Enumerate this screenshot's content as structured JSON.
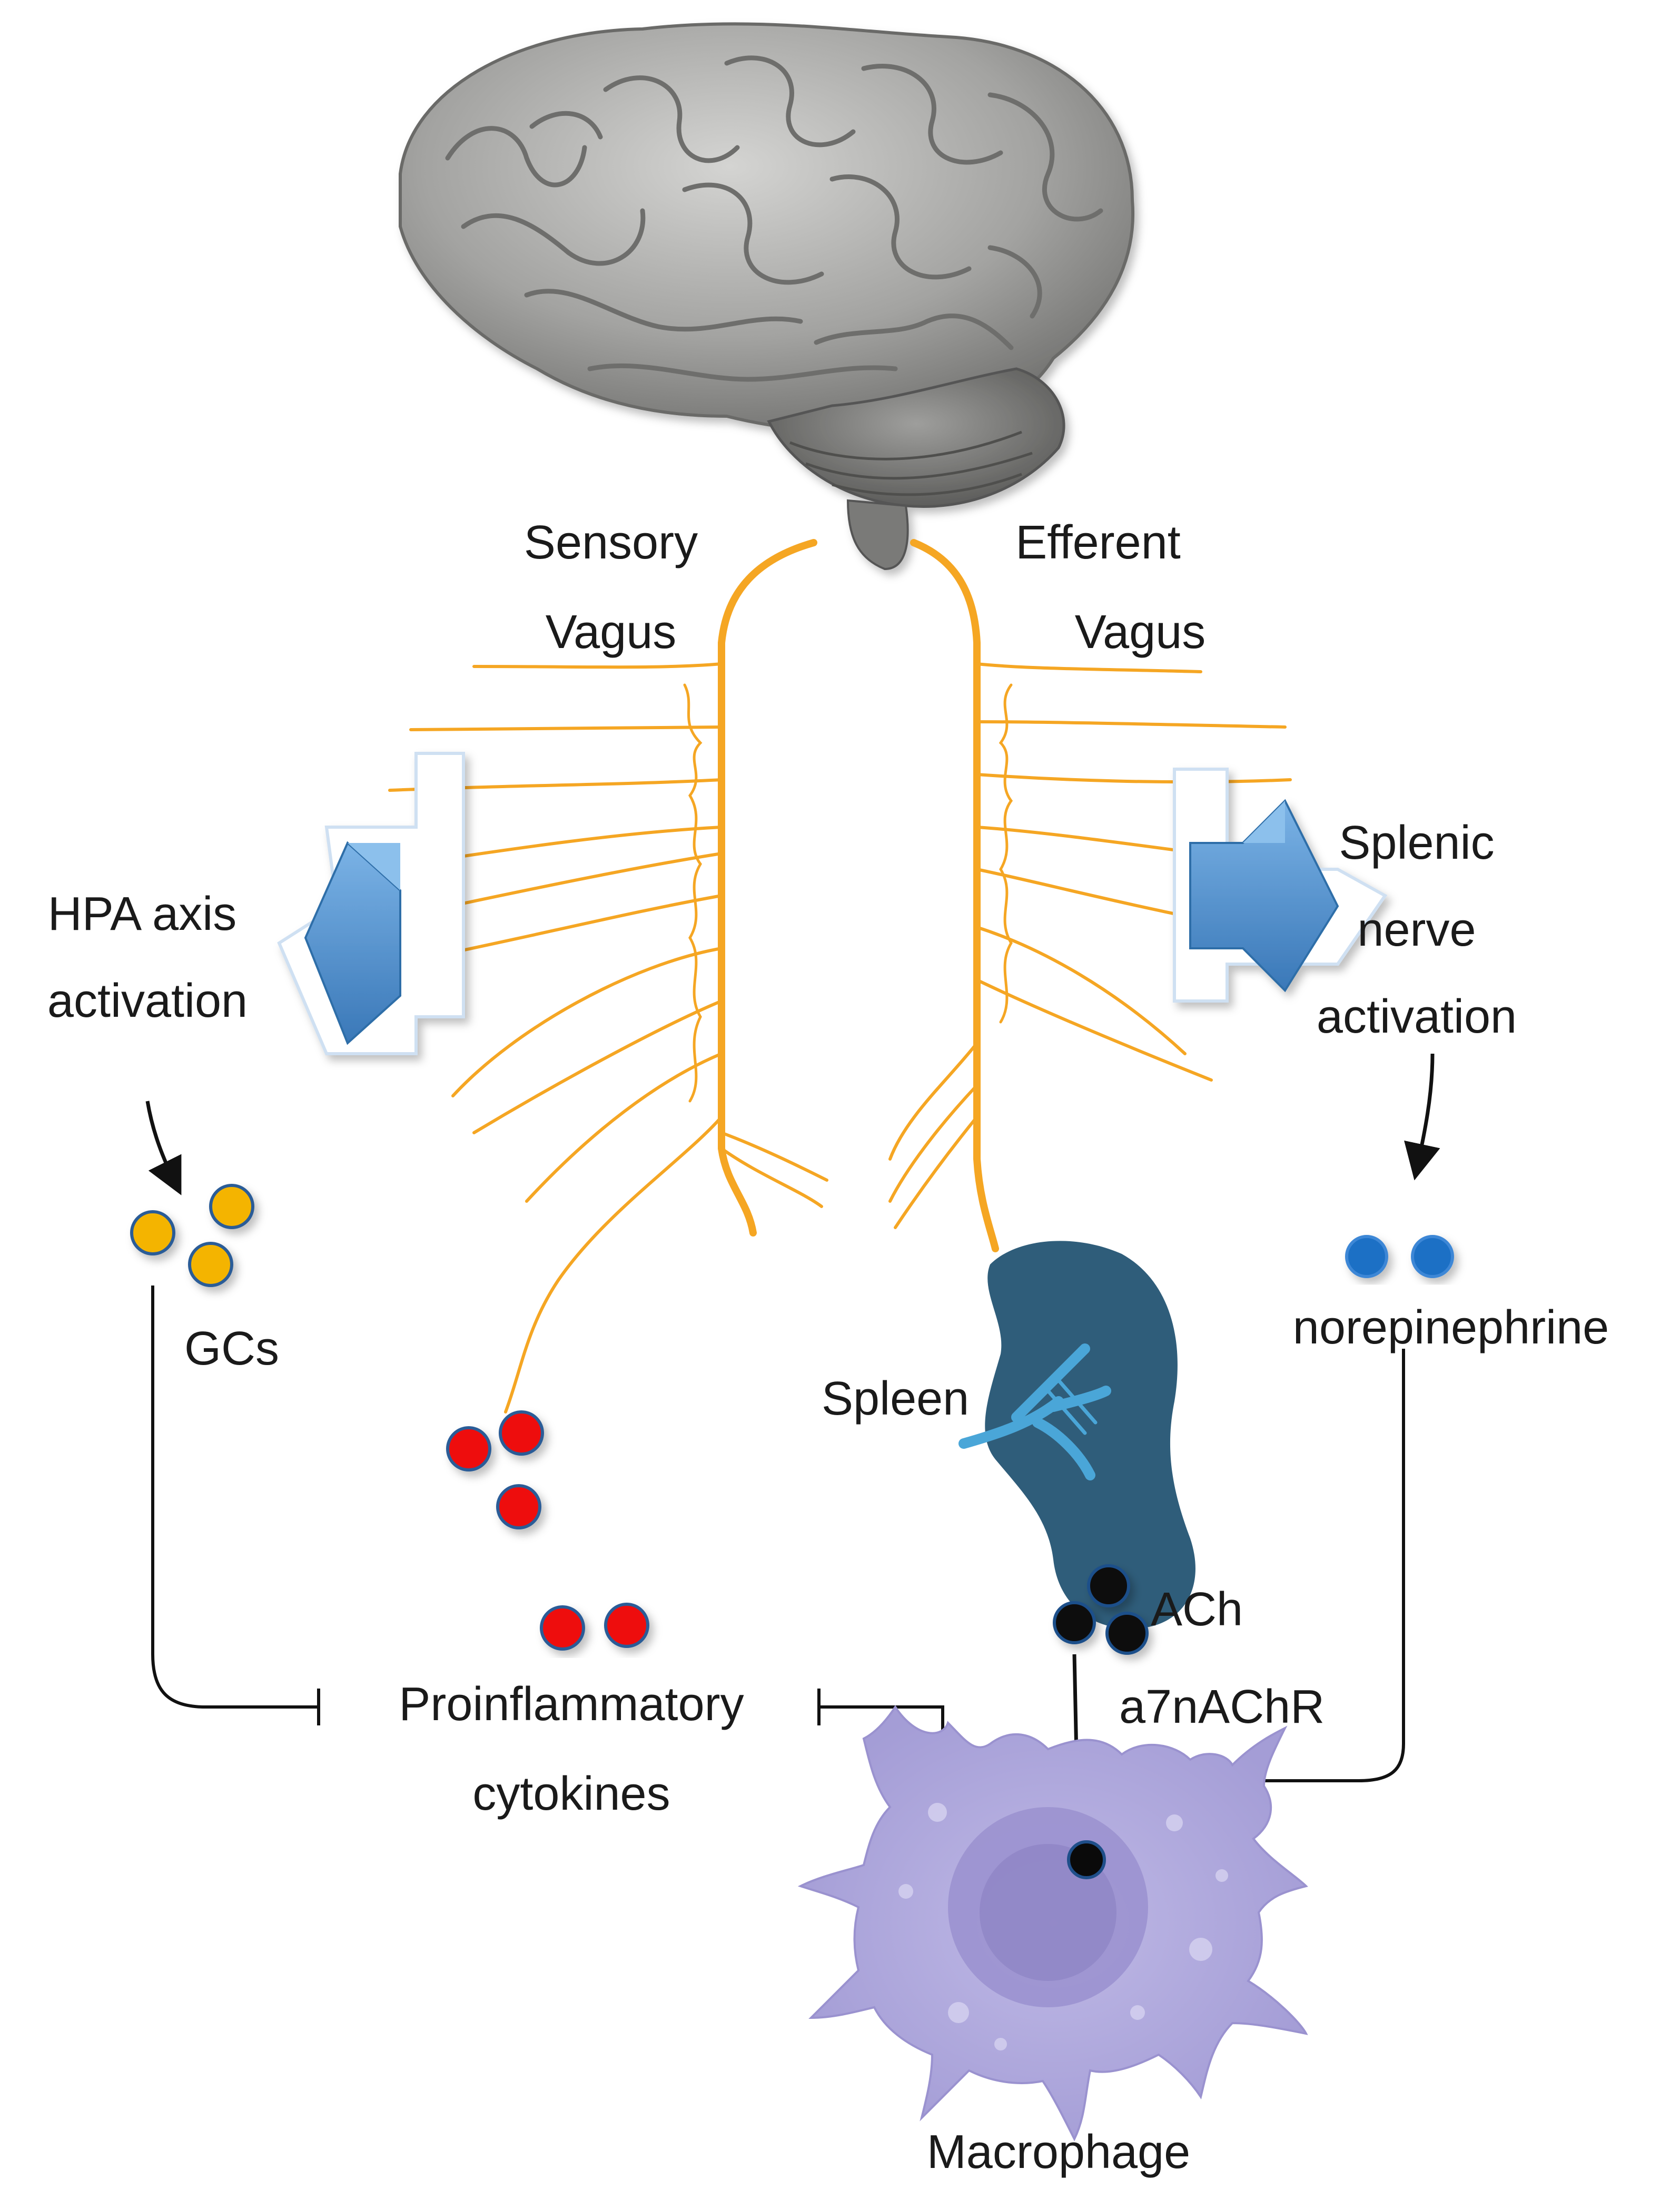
{
  "labels": {
    "sensory_line1": "Sensory",
    "sensory_line2": "Vagus",
    "efferent_line1": "Efferent",
    "efferent_line2": "Vagus",
    "hpa_line1": "HPA axis",
    "hpa_line2": "activation",
    "splenic_line1": "Splenic",
    "splenic_line2": "nerve",
    "splenic_line3": "activation",
    "gcs": "GCs",
    "norepinephrine": "norepinephrine",
    "spleen": "Spleen",
    "ach": "ACh",
    "receptor": "a7nAChR",
    "proinflammatory_line1": "Proinflammatory",
    "proinflammatory_line2": "cytokines",
    "macrophage": "Macrophage"
  },
  "colors": {
    "nerve": "#f5a623",
    "brain": "#9a9a98",
    "arrow_blue": "#5b9bd5",
    "gc_yellow": "#f4b400",
    "cytokine_red": "#ee1111",
    "norepinephrine_blue": "#1f6fc5",
    "ach_black": "#0a0a0a",
    "spleen": "#2f5d7a",
    "spleen_vessels": "#4aa6d8",
    "macrophage": "#b3addf",
    "nucleus": "#9187c8"
  }
}
